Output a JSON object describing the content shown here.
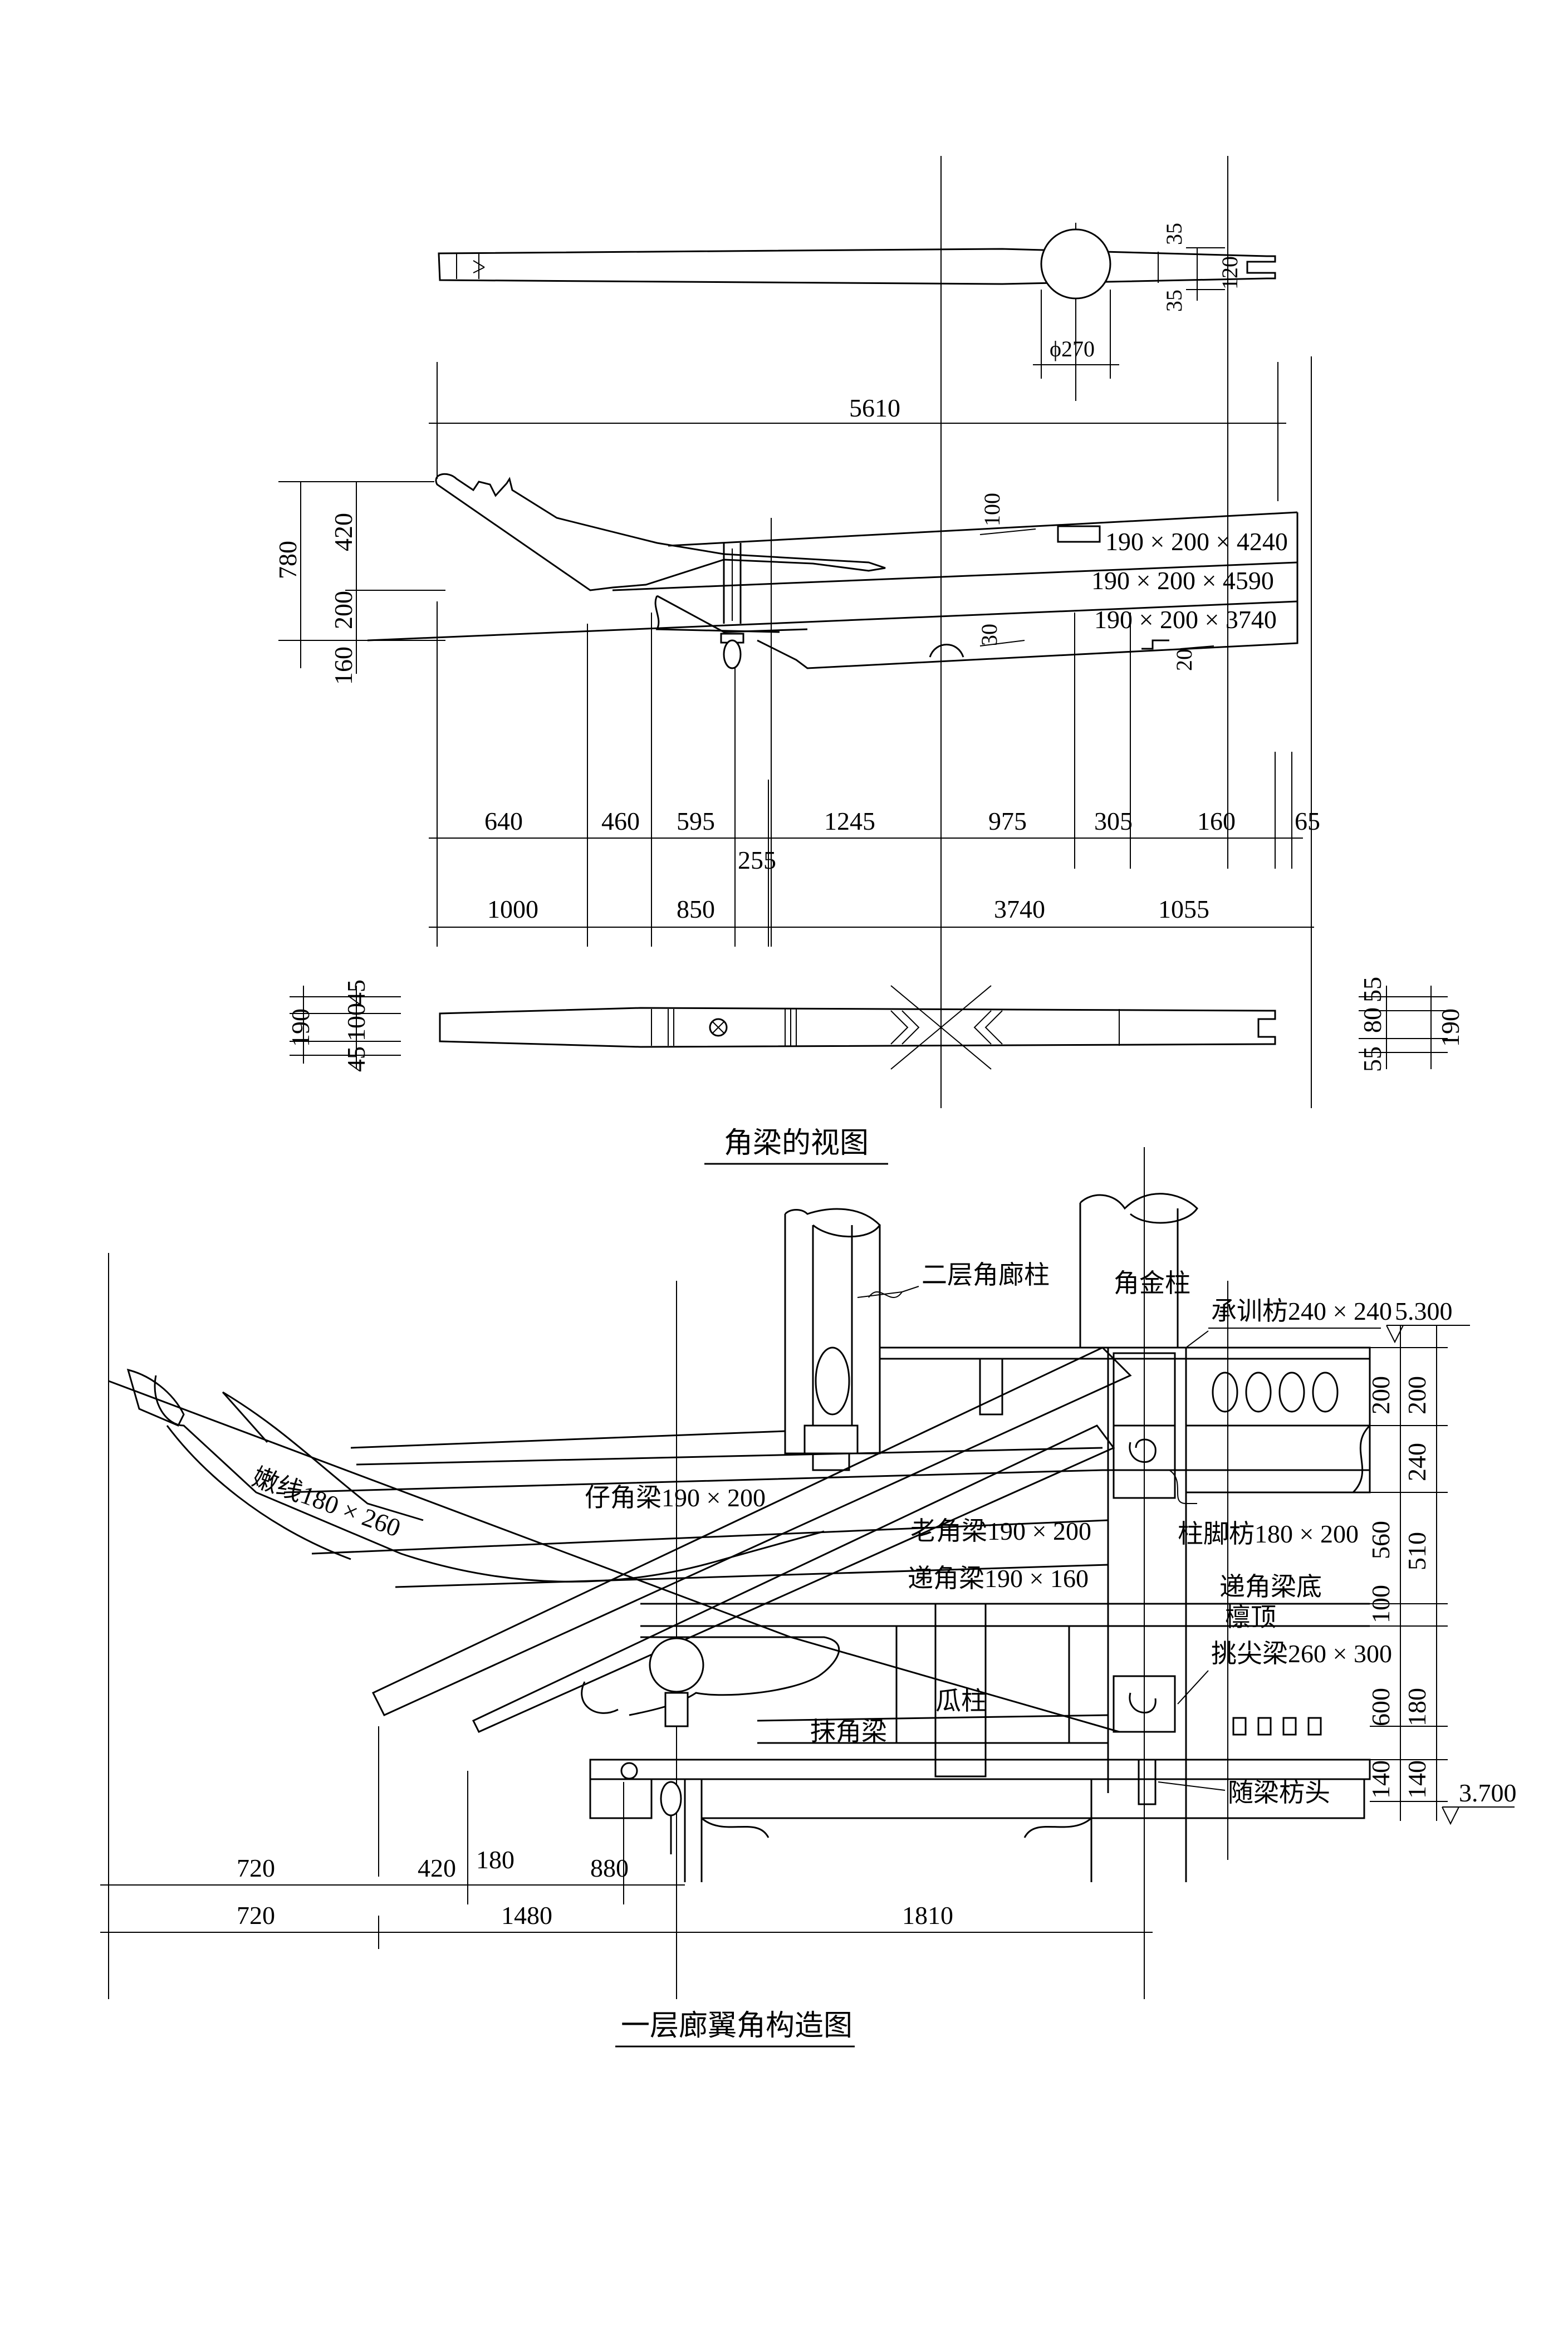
{
  "top_figure": {
    "title": "角梁的视图",
    "plan_dims": {
      "d35a": "35",
      "d120": "120",
      "d35b": "35",
      "d270": "ϕ270"
    },
    "elevation": {
      "d5610": "5610",
      "d100": "100",
      "d30": "30",
      "d20": "20",
      "left_780": "780",
      "left_420": "420",
      "left_200": "200",
      "left_160": "160",
      "beam1": "190 × 200 × 4240",
      "beam2": "190 × 200 × 4590",
      "beam3": "190 × 200 × 3740"
    },
    "dim_row1": [
      "640",
      "460",
      "595",
      "1245",
      "975",
      "305",
      "160",
      "65"
    ],
    "dim_255": "255",
    "dim_row2": [
      "1000",
      "850",
      "3740",
      "1055"
    ],
    "bottom_dims_left": {
      "d190": "190",
      "d45a": "45",
      "d100": "100",
      "d45b": "45"
    },
    "bottom_dims_right": {
      "d55a": "55",
      "d80": "80",
      "d55b": "55",
      "d190": "190"
    }
  },
  "bottom_figure": {
    "title": "一层廊翼角构造图",
    "labels": {
      "column_2f": "二层角廊柱",
      "corner_column": "角金柱",
      "chengxunfang": "承训枋240 × 240",
      "elev_top": "5.300",
      "nenxian": "嫩线180 × 260",
      "zijiaoliang": "仔角梁190 × 200",
      "laojiaoliang": "老角梁190 × 200",
      "zhujiaofang": "柱脚枋180 × 200",
      "dijiaoliang": "递角梁190 × 160",
      "dijiaoliang_di": "递角梁底",
      "linding": "檩顶",
      "tiaojianliang": "挑尖梁260 × 300",
      "guazhu": "瓜柱",
      "mojiaoliang": "抹角梁",
      "suiliangfangtou": "随梁枋头",
      "elev_bottom": "3.700"
    },
    "right_dims": [
      "200",
      "200",
      "240",
      "560",
      "510",
      "100",
      "600",
      "180",
      "140",
      "140"
    ],
    "dim_row1": [
      "720",
      "420",
      "180",
      "880"
    ],
    "dim_row2": [
      "720",
      "1480",
      "1810"
    ]
  }
}
